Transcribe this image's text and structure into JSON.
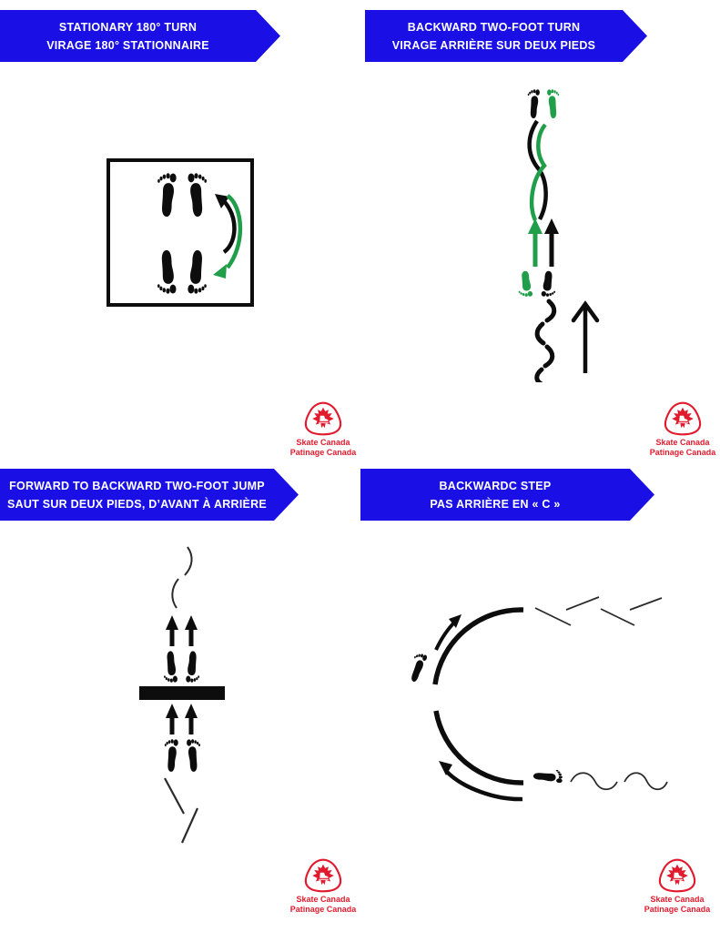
{
  "colors": {
    "banner_blue": "#1a10e6",
    "trace_green": "#209e4a",
    "logo_red": "#e11b2e",
    "ink": "#0d0d0d"
  },
  "quadrants": [
    {
      "id": "stationary-180-turn",
      "title_en": "STATIONARY 180° TURN",
      "title_fr": "VIRAGE 180° STATIONNAIRE",
      "diagram_icons": [
        "boundary-box",
        "footprint-pair-forward",
        "footprint-pair-backward",
        "turn-arrow-black",
        "turn-arrow-green"
      ]
    },
    {
      "id": "backward-two-foot-turn",
      "title_en": "BACKWARD TWO-FOOT TURN",
      "title_fr": "VIRAGE ARRIÈRE SUR DEUX PIEDS",
      "diagram_icons": [
        "footprint-pair-forward",
        "turn-trace-black",
        "turn-trace-green",
        "direction-arrow-green",
        "direction-arrow-black",
        "footprint-pair-backward",
        "wiggle-trace",
        "travel-arrow"
      ]
    },
    {
      "id": "forward-to-backward-two-foot-jump",
      "title_en": "FORWARD TO BACKWARD TWO-FOOT JUMP",
      "title_fr": "SAUT SUR DEUX PIEDS, D’AVANT À ARRIÈRE",
      "diagram_icons": [
        "glide-trace",
        "direction-arrows",
        "footprint-pair-backward",
        "jump-bar",
        "direction-arrows",
        "footprint-pair-forward",
        "entry-trace"
      ]
    },
    {
      "id": "backward-c-step",
      "title_en": "BACKWARDC STEP",
      "title_fr": "PAS ARRIÈRE EN « C »",
      "diagram_icons": [
        "c-curve",
        "footprint-single-top",
        "curve-arrow-up",
        "footprint-single-bottom",
        "curve-arrow-back",
        "push-hatch-marks",
        "wave-trace"
      ]
    }
  ],
  "logo": {
    "line1": "Skate Canada",
    "line2": "Patinage Canada"
  }
}
